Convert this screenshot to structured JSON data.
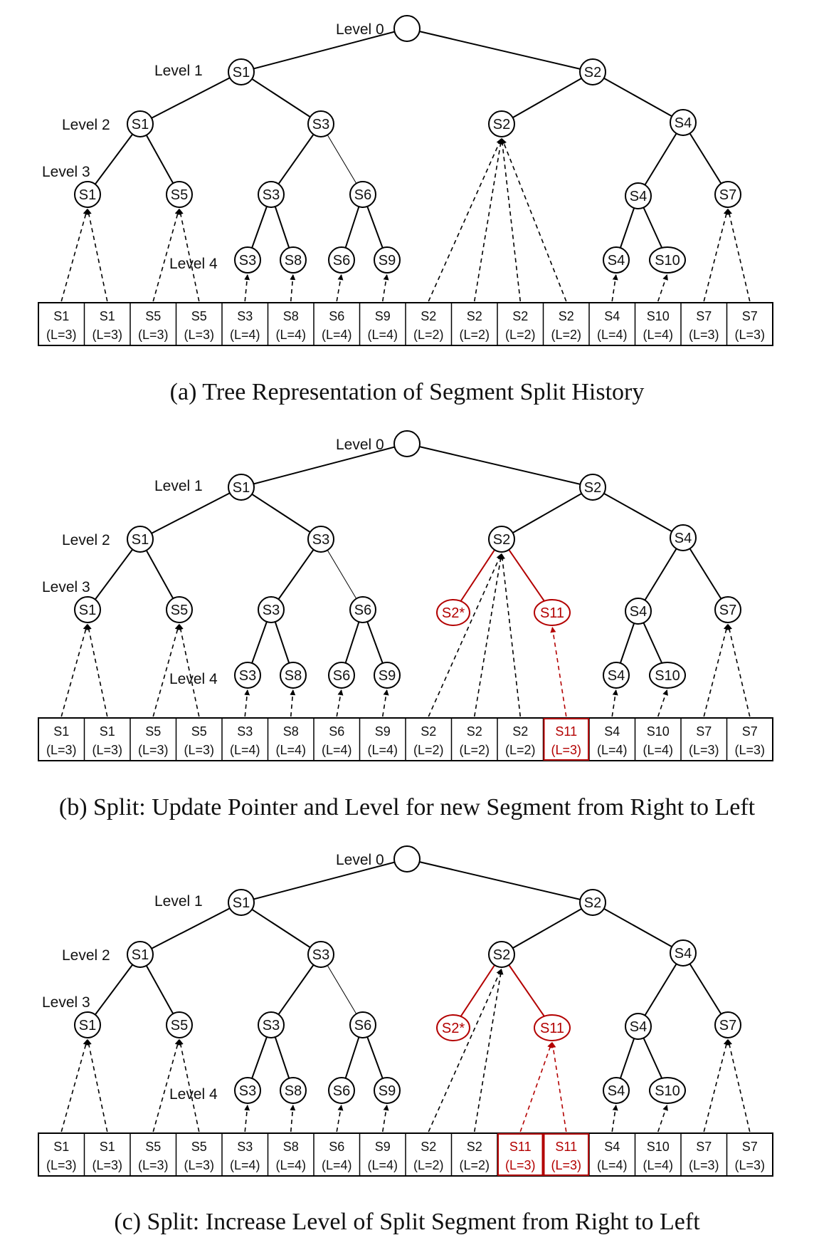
{
  "panels": [
    {
      "caption": "(a)  Tree Representation of Segment Split History",
      "levels": [
        "Level 0",
        "Level 1",
        "Level 2",
        "Level 3",
        "Level 4"
      ],
      "nodes": [
        "",
        "S1",
        "S2",
        "S1",
        "S3",
        "S2",
        "S4",
        "S1",
        "S5",
        "S3",
        "S6",
        "S4",
        "S7",
        "S3",
        "S8",
        "S6",
        "S9",
        "S4",
        "S10"
      ],
      "cells": [
        {
          "seg": "S1",
          "lvl": "(L=3)"
        },
        {
          "seg": "S1",
          "lvl": "(L=3)"
        },
        {
          "seg": "S5",
          "lvl": "(L=3)"
        },
        {
          "seg": "S5",
          "lvl": "(L=3)"
        },
        {
          "seg": "S3",
          "lvl": "(L=4)"
        },
        {
          "seg": "S8",
          "lvl": "(L=4)"
        },
        {
          "seg": "S6",
          "lvl": "(L=4)"
        },
        {
          "seg": "S9",
          "lvl": "(L=4)"
        },
        {
          "seg": "S2",
          "lvl": "(L=2)"
        },
        {
          "seg": "S2",
          "lvl": "(L=2)"
        },
        {
          "seg": "S2",
          "lvl": "(L=2)"
        },
        {
          "seg": "S2",
          "lvl": "(L=2)"
        },
        {
          "seg": "S4",
          "lvl": "(L=4)"
        },
        {
          "seg": "S10",
          "lvl": "(L=4)"
        },
        {
          "seg": "S7",
          "lvl": "(L=3)"
        },
        {
          "seg": "S7",
          "lvl": "(L=3)"
        }
      ]
    },
    {
      "caption": "(b)  Split: Update Pointer and Level for new Segment from Right to Left",
      "levels": [
        "Level 0",
        "Level 1",
        "Level 2",
        "Level 3",
        "Level 4"
      ],
      "nodes": [
        "",
        "S1",
        "S2",
        "S1",
        "S3",
        "S2",
        "S4",
        "S1",
        "S5",
        "S3",
        "S6",
        "S2*",
        "S11",
        "S4",
        "S7",
        "S3",
        "S8",
        "S6",
        "S9",
        "S4",
        "S10"
      ],
      "cells": [
        {
          "seg": "S1",
          "lvl": "(L=3)"
        },
        {
          "seg": "S1",
          "lvl": "(L=3)"
        },
        {
          "seg": "S5",
          "lvl": "(L=3)"
        },
        {
          "seg": "S5",
          "lvl": "(L=3)"
        },
        {
          "seg": "S3",
          "lvl": "(L=4)"
        },
        {
          "seg": "S8",
          "lvl": "(L=4)"
        },
        {
          "seg": "S6",
          "lvl": "(L=4)"
        },
        {
          "seg": "S9",
          "lvl": "(L=4)"
        },
        {
          "seg": "S2",
          "lvl": "(L=2)"
        },
        {
          "seg": "S2",
          "lvl": "(L=2)"
        },
        {
          "seg": "S2",
          "lvl": "(L=2)"
        },
        {
          "seg": "S11",
          "lvl": "(L=3)"
        },
        {
          "seg": "S4",
          "lvl": "(L=4)"
        },
        {
          "seg": "S10",
          "lvl": "(L=4)"
        },
        {
          "seg": "S7",
          "lvl": "(L=3)"
        },
        {
          "seg": "S7",
          "lvl": "(L=3)"
        }
      ]
    },
    {
      "caption": "(c)  Split: Increase Level of Split Segment from Right to Left",
      "levels": [
        "Level 0",
        "Level 1",
        "Level 2",
        "Level 3",
        "Level 4"
      ],
      "nodes": [
        "",
        "S1",
        "S2",
        "S1",
        "S3",
        "S2",
        "S4",
        "S1",
        "S5",
        "S3",
        "S6",
        "S2*",
        "S11",
        "S4",
        "S7",
        "S3",
        "S8",
        "S6",
        "S9",
        "S4",
        "S10"
      ],
      "cells": [
        {
          "seg": "S1",
          "lvl": "(L=3)"
        },
        {
          "seg": "S1",
          "lvl": "(L=3)"
        },
        {
          "seg": "S5",
          "lvl": "(L=3)"
        },
        {
          "seg": "S5",
          "lvl": "(L=3)"
        },
        {
          "seg": "S3",
          "lvl": "(L=4)"
        },
        {
          "seg": "S8",
          "lvl": "(L=4)"
        },
        {
          "seg": "S6",
          "lvl": "(L=4)"
        },
        {
          "seg": "S9",
          "lvl": "(L=4)"
        },
        {
          "seg": "S2",
          "lvl": "(L=2)"
        },
        {
          "seg": "S2",
          "lvl": "(L=2)"
        },
        {
          "seg": "S11",
          "lvl": "(L=3)"
        },
        {
          "seg": "S11",
          "lvl": "(L=3)"
        },
        {
          "seg": "S4",
          "lvl": "(L=4)"
        },
        {
          "seg": "S10",
          "lvl": "(L=4)"
        },
        {
          "seg": "S7",
          "lvl": "(L=3)"
        },
        {
          "seg": "S7",
          "lvl": "(L=3)"
        }
      ]
    }
  ],
  "colors": {
    "line": "#000000",
    "highlight": "#b30000",
    "background": "#ffffff"
  }
}
